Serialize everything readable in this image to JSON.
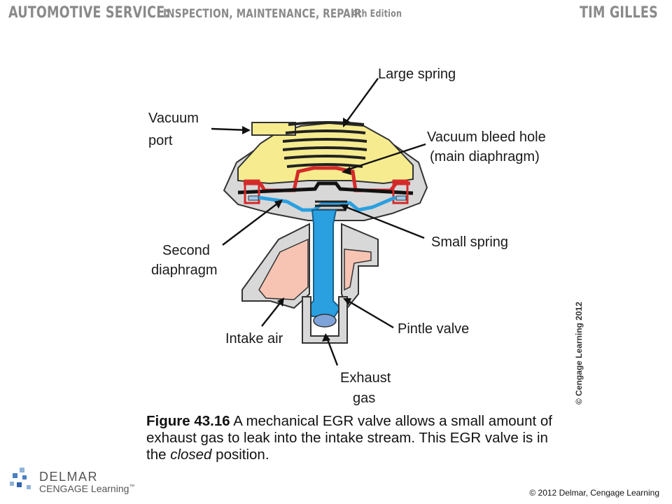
{
  "header": {
    "title_main": "AUTOMOTIVE SERVICE:",
    "title_sub": "INSPECTION, MAINTENANCE, REPAIR",
    "edition": "4th Edition",
    "author": "TIM GILLES"
  },
  "diagram": {
    "labels": {
      "vacuum_port_1": "Vacuum",
      "vacuum_port_2": "port",
      "large_spring": "Large spring",
      "bleed_hole_1": "Vacuum bleed hole",
      "bleed_hole_2": "(main diaphragm)",
      "second_diaphragm_1": "Second",
      "second_diaphragm_2": "diaphragm",
      "small_spring": "Small spring",
      "intake_air": "Intake air",
      "pintle_valve": "Pintle valve",
      "exhaust_gas_1": "Exhaust",
      "exhaust_gas_2": "gas"
    },
    "colors": {
      "housing_yellow": "#f6ec8f",
      "diaphragm_red": "#d42a2a",
      "valve_blue": "#2aa0e0",
      "intake_pink": "#f7c4b4",
      "metal_gray": "#d8d8d8"
    },
    "vertical_credit": "© Cengage Learning 2012"
  },
  "caption": {
    "figure": "Figure 43.16",
    "text_1": " A mechanical EGR valve allows a small amount of exhaust gas to leak into the intake stream. This EGR valve is in the ",
    "emphasis": "closed",
    "text_2": " position."
  },
  "footer": {
    "logo_name": "DELMAR",
    "logo_sub": "CENGAGE Learning",
    "logo_tm": "™",
    "copyright": "© 2012 Delmar, Cengage Learning"
  }
}
